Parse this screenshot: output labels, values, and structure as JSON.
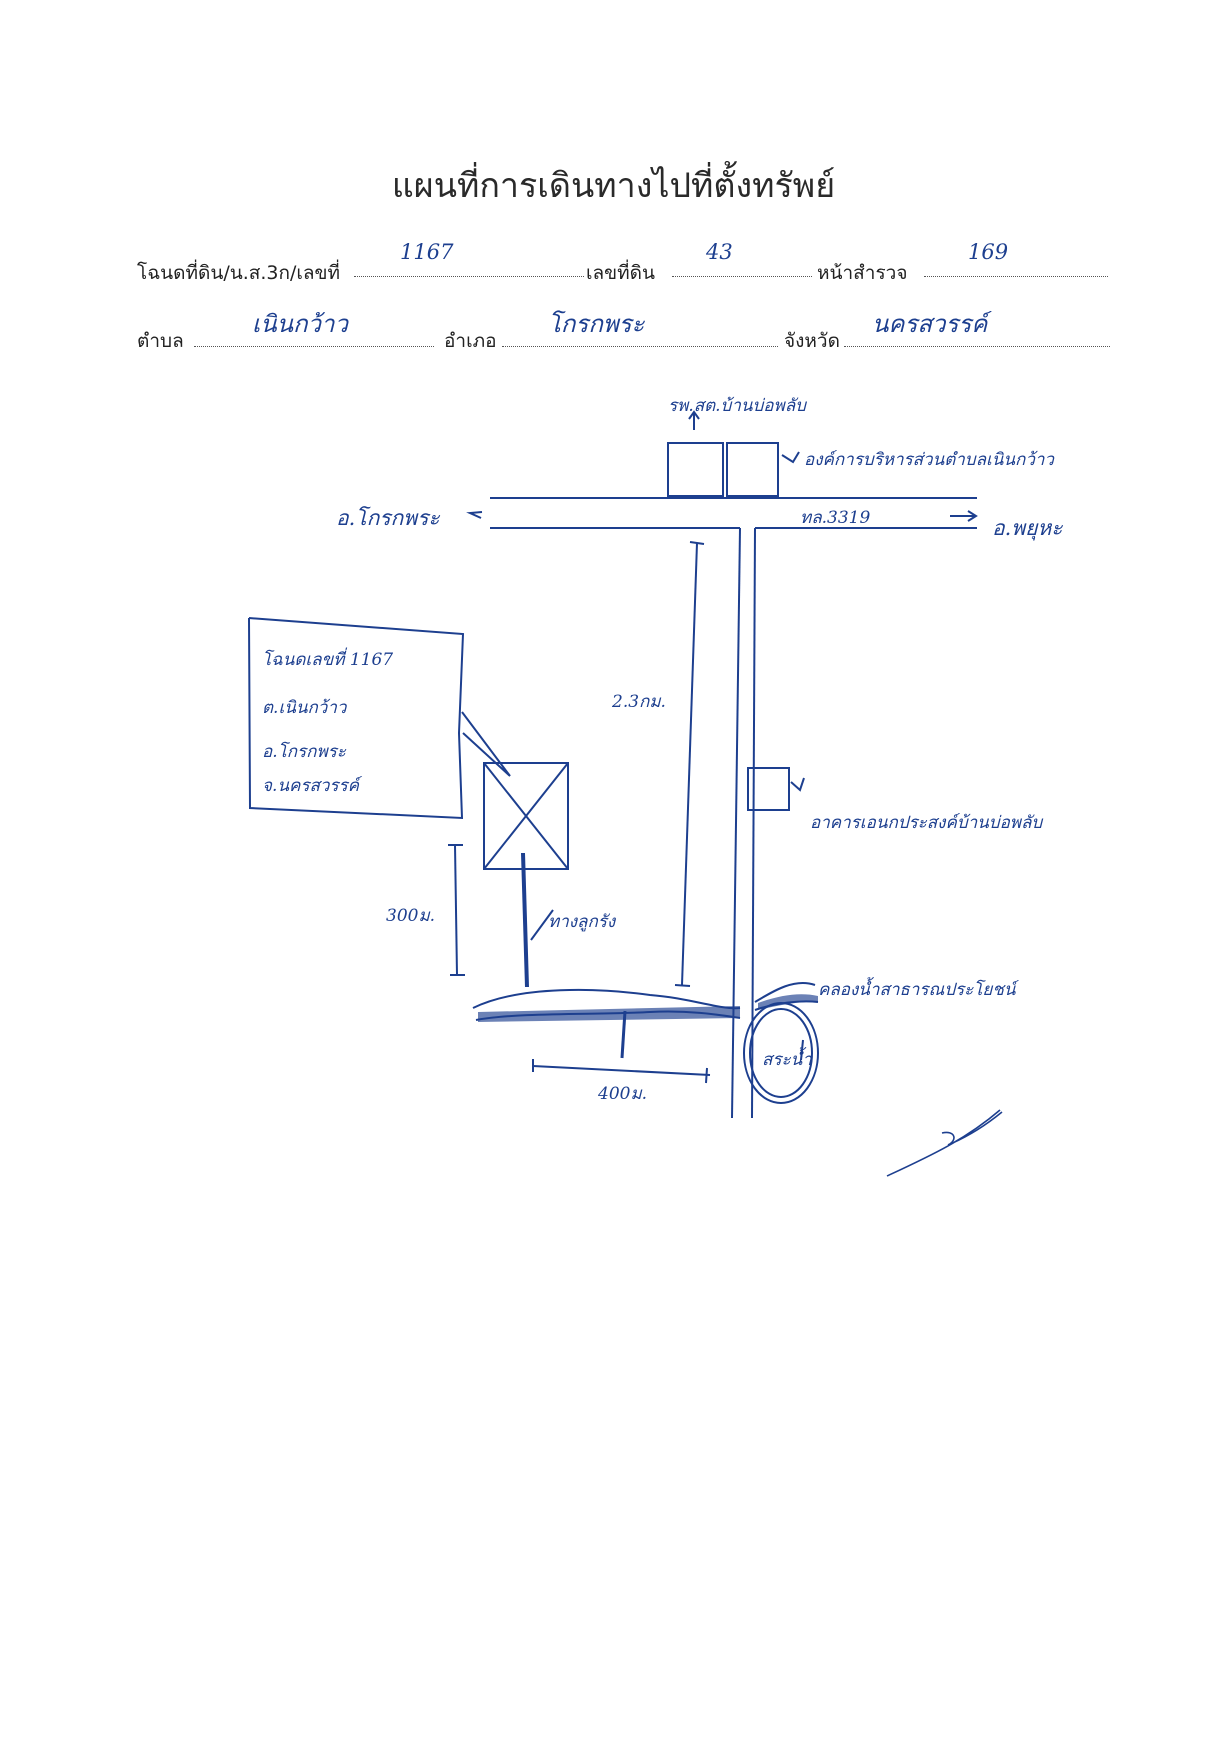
{
  "title": "แผนที่การเดินทางไปที่ตั้งทรัพย์",
  "form": {
    "deed_label": "โฉนดที่ดิน/น.ส.3ก/เลขที่",
    "deed_value": "1167",
    "land_no_label": "เลขที่ดิน",
    "land_no_value": "43",
    "survey_page_label": "หน้าสำรวจ",
    "survey_page_value": "169",
    "subdistrict_label": "ตำบล",
    "subdistrict_value": "เนินกว้าว",
    "district_label": "อำเภอ",
    "district_value": "โกรกพระ",
    "province_label": "จังหวัด",
    "province_value": "นครสวรรค์"
  },
  "map": {
    "hospital_label": "รพ.สต.บ้านบ่อพลับ",
    "sao_label": "องค์การบริหารส่วนตำบลเนินกว้าว",
    "left_dest": "อ.โกรกพระ",
    "road_no": "ทล.3319",
    "right_dest": "อ.พยุหะ",
    "distance_main": "2.3กม.",
    "building_label": "อาคารเอนกประสงค์บ้านบ่อพลับ",
    "callout_line1": "โฉนดเลขที่ 1167",
    "callout_line2": "ต.เนินกว้าว",
    "callout_line3": "อ.โกรกพระ",
    "callout_line4": "จ.นครสวรรค์",
    "distance_300": "300ม.",
    "path_label": "ทางลูกรัง",
    "canal_label": "คลองน้ำสาธารณประโยชน์",
    "pond_label": "สระน้ำ",
    "distance_400": "400ม."
  },
  "colors": {
    "ink": "#1d3f8f",
    "print": "#222222"
  }
}
